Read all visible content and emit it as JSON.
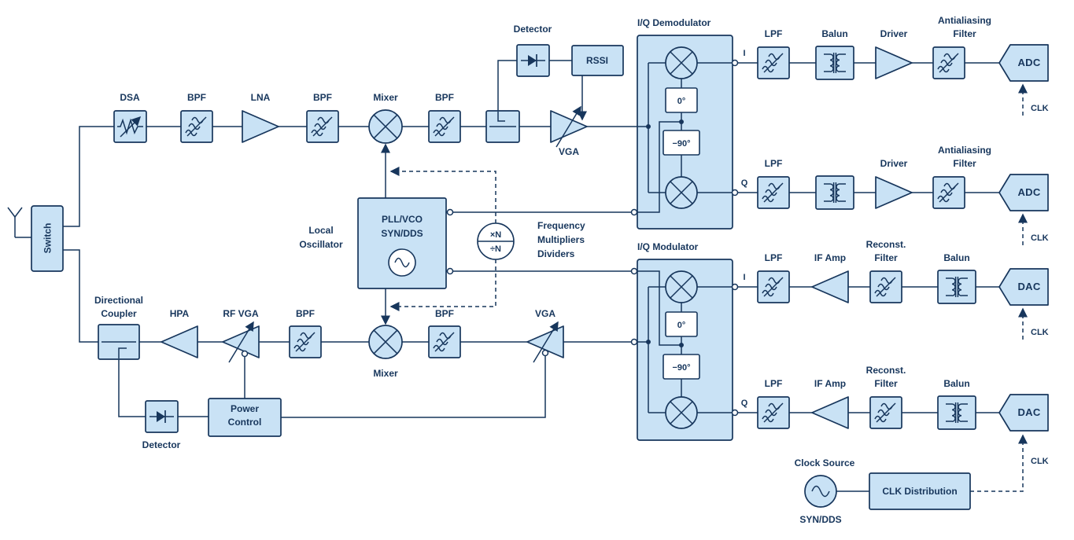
{
  "colors": {
    "block_fill": "#C9E2F5",
    "line": "#17365C",
    "background": "#FFFFFF"
  },
  "front_end": {
    "switch": "Switch"
  },
  "rx": {
    "dsa": "DSA",
    "bpf": "BPF",
    "lna": "LNA",
    "mixer": "Mixer",
    "detector": "Detector",
    "rssi": "RSSI",
    "vga": "VGA",
    "demod_title": "I/Q Demodulator",
    "phase_0": "0°",
    "phase_90": "−90°",
    "out_i": "I",
    "out_q": "Q",
    "lpf": "LPF",
    "balun": "Balun",
    "driver": "Driver",
    "aaf_line1": "Antialiasing",
    "aaf_line2": "Filter",
    "adc": "ADC",
    "clk": "CLK"
  },
  "lo": {
    "label_line1": "Local",
    "label_line2": "Oscillator",
    "pll_line1": "PLL/VCO",
    "pll_line2": "SYN/DDS",
    "mult": "×N",
    "div": "÷N",
    "freq_line1": "Frequency",
    "freq_line2": "Multipliers",
    "freq_line3": "Dividers"
  },
  "tx": {
    "coupler_line1": "Directional",
    "coupler_line2": "Coupler",
    "hpa": "HPA",
    "rf_vga": "RF VGA",
    "bpf": "BPF",
    "mixer": "Mixer",
    "vga": "VGA",
    "mod_title": "I/Q Modulator",
    "phase_0": "0°",
    "phase_90": "−90°",
    "in_i": "I",
    "in_q": "Q",
    "lpf": "LPF",
    "if_amp": "IF Amp",
    "rec_line1": "Reconst.",
    "rec_line2": "Filter",
    "balun": "Balun",
    "dac": "DAC",
    "clk": "CLK",
    "detector": "Detector",
    "power_line1": "Power",
    "power_line2": "Control"
  },
  "clock": {
    "source": "Clock Source",
    "syn": "SYN/DDS",
    "dist": "CLK Distribution"
  }
}
